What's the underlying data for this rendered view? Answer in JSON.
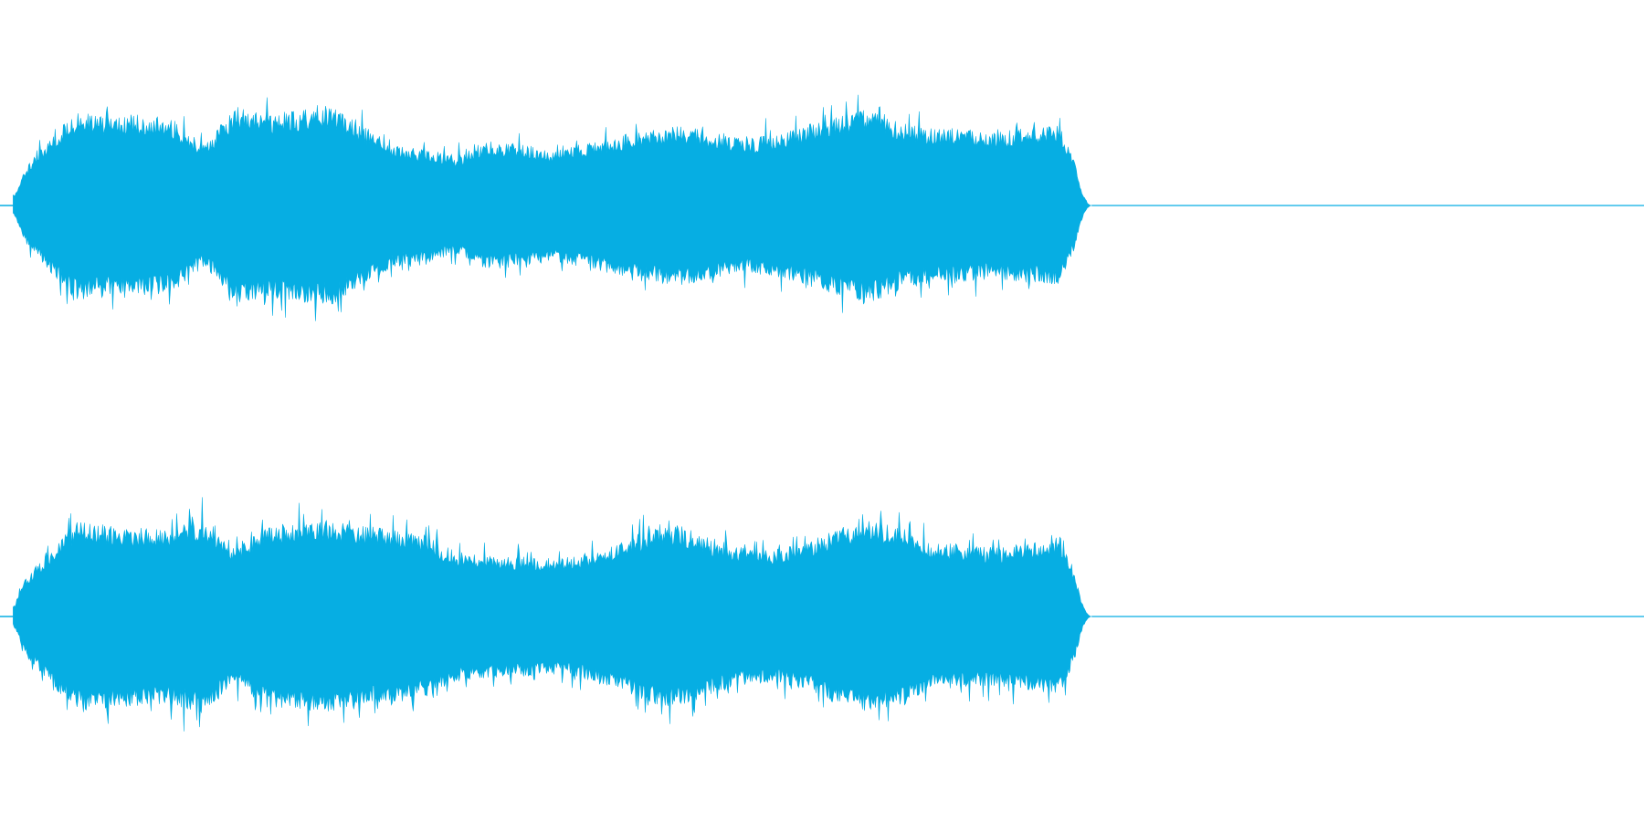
{
  "waveform": {
    "color": "#06aee3",
    "background": "#ffffff",
    "channel_count": 2,
    "channels": [
      {
        "name": "",
        "envelope": {
          "active_fraction": [
            0.008,
            0.664
          ],
          "peak_level": [
            0.2,
            0.55,
            0.85,
            0.8,
            0.82,
            0.78,
            0.55,
            0.88,
            0.82,
            0.86,
            0.9,
            0.72,
            0.55,
            0.5,
            0.45,
            0.58,
            0.55,
            0.5,
            0.56,
            0.62,
            0.68,
            0.72,
            0.66,
            0.6,
            0.64,
            0.72,
            0.8,
            0.88,
            0.75,
            0.7,
            0.68,
            0.66,
            0.7,
            0.72,
            0.0
          ]
        }
      },
      {
        "name": "",
        "envelope": {
          "active_fraction": [
            0.008,
            0.664
          ],
          "peak_level": [
            0.2,
            0.55,
            0.85,
            0.82,
            0.8,
            0.8,
            0.88,
            0.6,
            0.82,
            0.84,
            0.86,
            0.82,
            0.78,
            0.72,
            0.58,
            0.55,
            0.54,
            0.52,
            0.56,
            0.64,
            0.78,
            0.82,
            0.7,
            0.62,
            0.6,
            0.66,
            0.8,
            0.86,
            0.8,
            0.66,
            0.64,
            0.62,
            0.66,
            0.72,
            0.0
          ]
        }
      }
    ]
  }
}
